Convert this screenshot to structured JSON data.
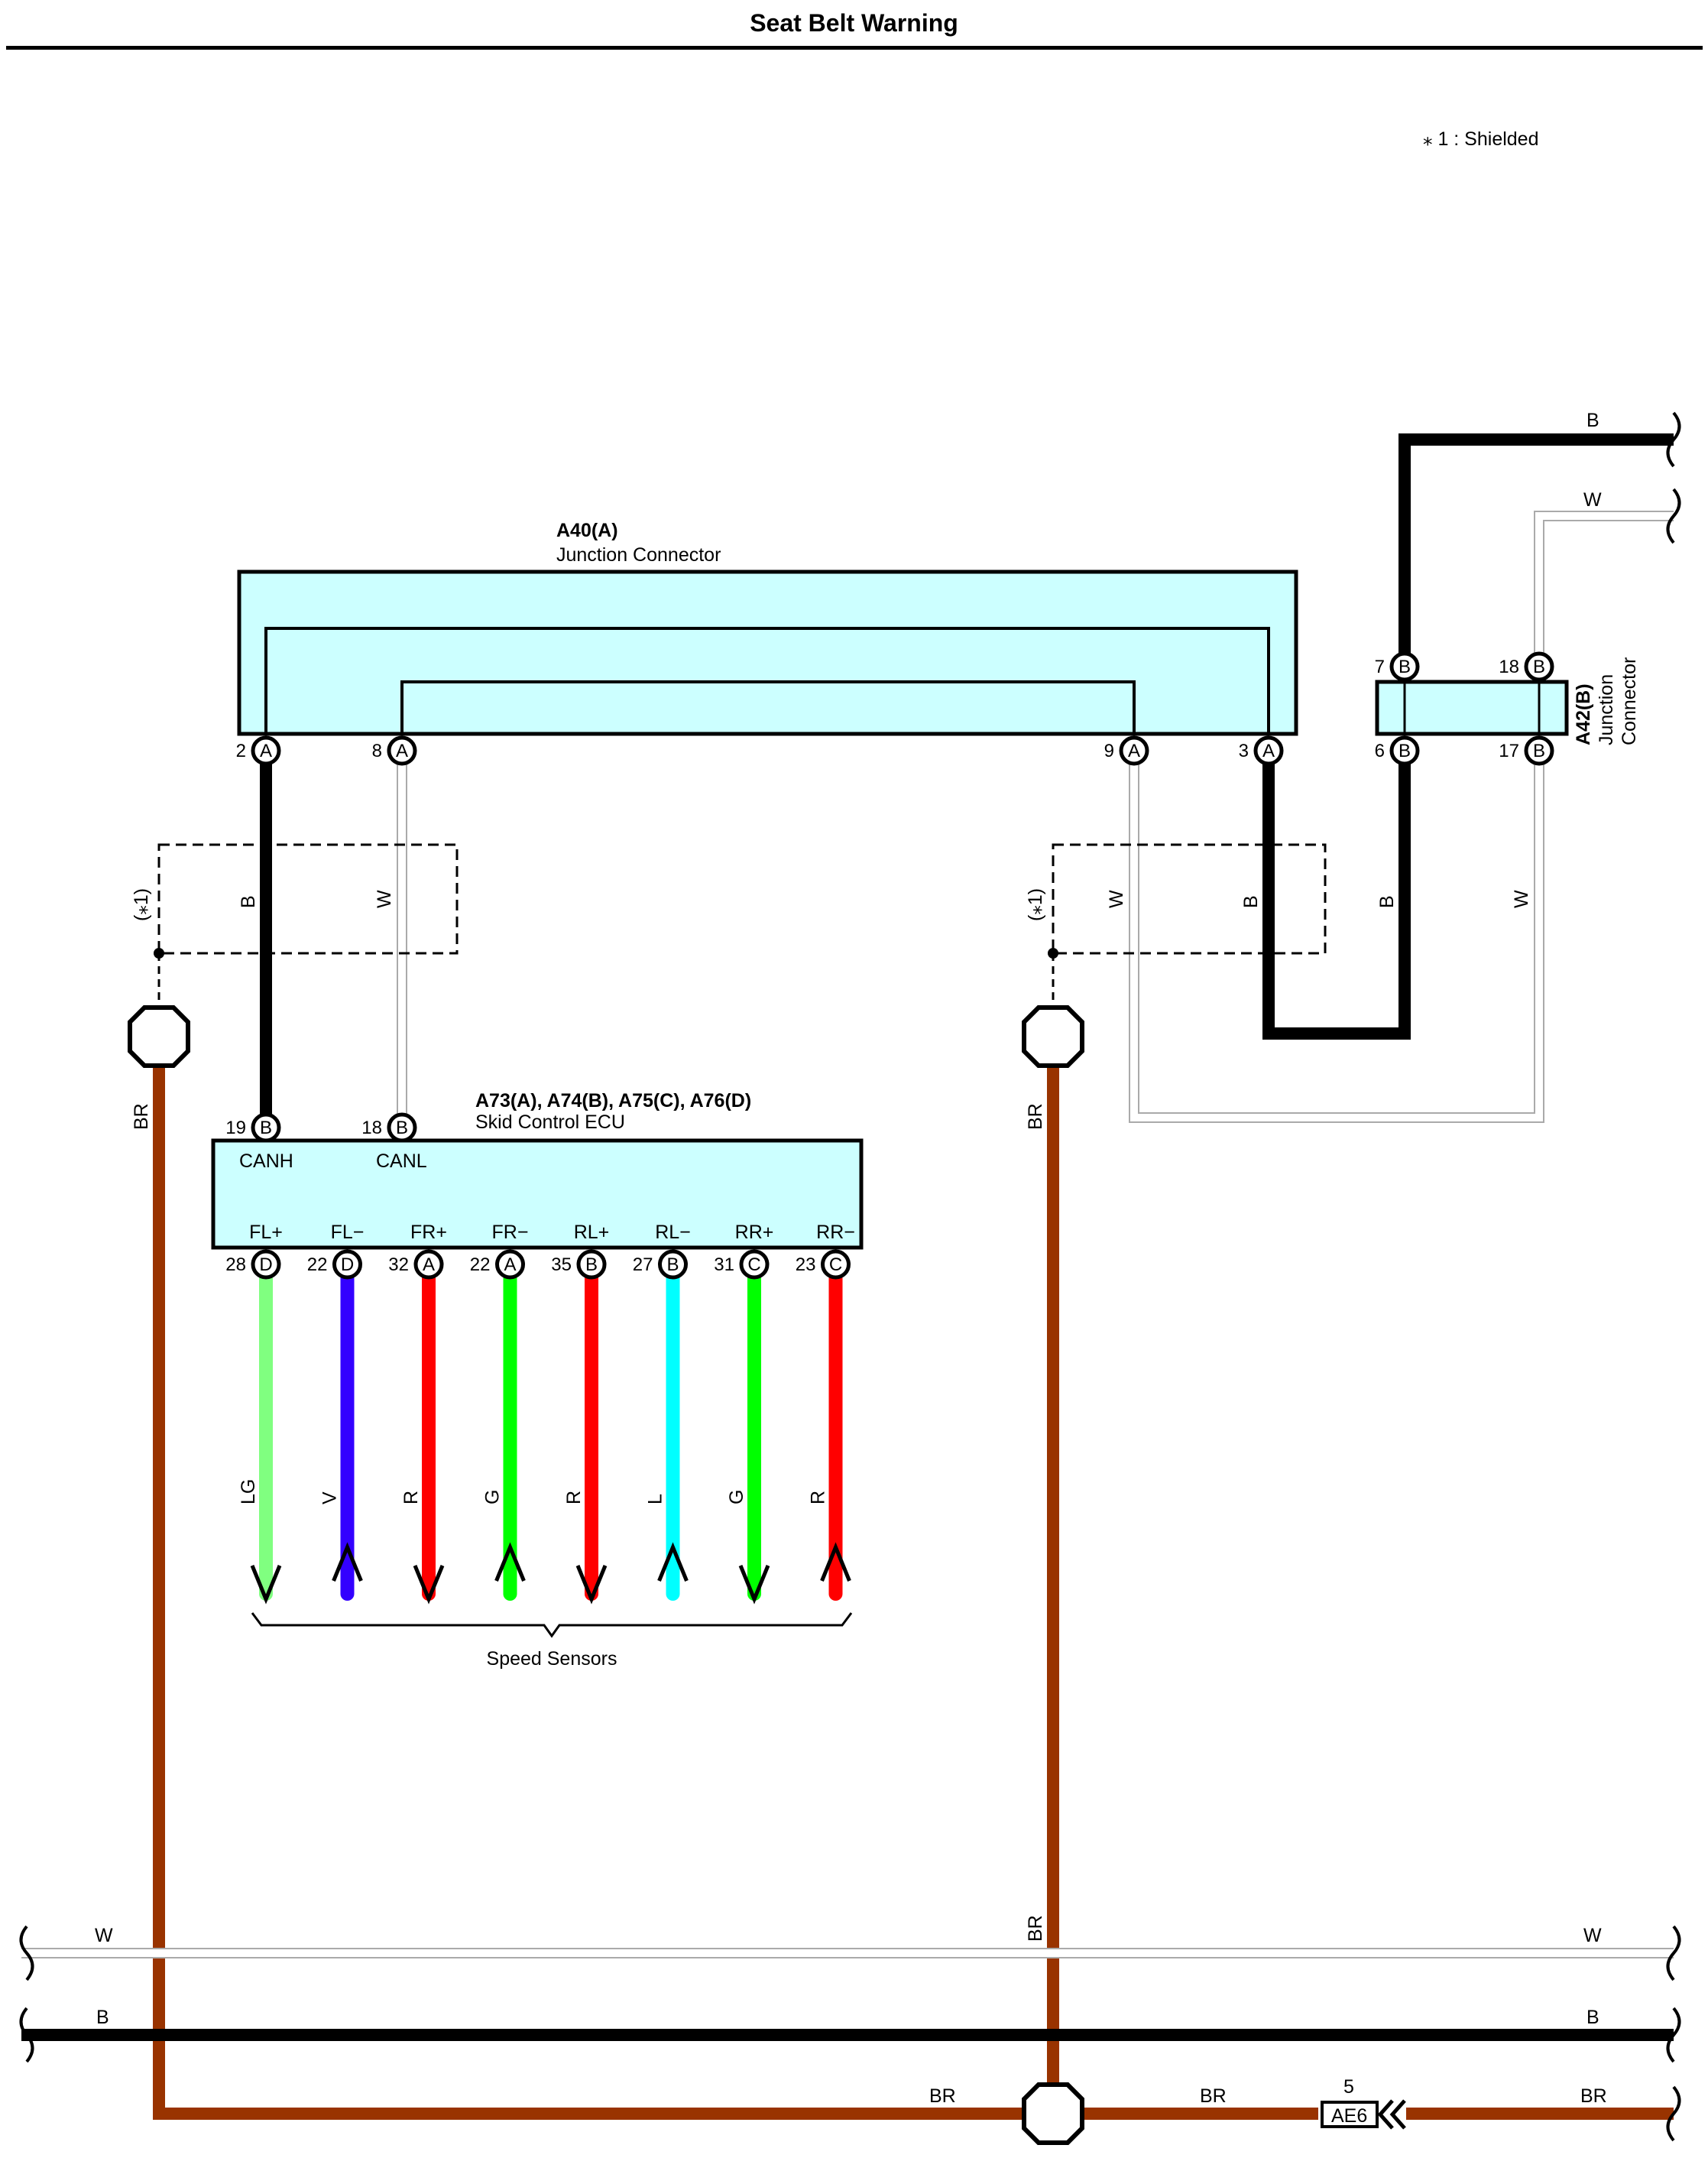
{
  "title": "Seat Belt Warning",
  "note": "⁎ 1 : Shielded",
  "shield_label": "(⁎1)",
  "colors": {
    "box_fill": "#ccffff",
    "B": "#000000",
    "W": "#aaaaaa",
    "BR": "#993300",
    "LG": "#80ff80",
    "V": "#3300ff",
    "R": "#ff0000",
    "G": "#00ff00",
    "L": "#00ffff"
  },
  "components": {
    "a40": {
      "id": "A40(A)",
      "name": "Junction Connector",
      "pins": [
        {
          "num": "2",
          "letter": "A"
        },
        {
          "num": "8",
          "letter": "A"
        },
        {
          "num": "9",
          "letter": "A"
        },
        {
          "num": "3",
          "letter": "A"
        }
      ]
    },
    "a42": {
      "id": "A42(B)",
      "name_line1": "Junction",
      "name_line2": "Connector",
      "pins": [
        {
          "num": "7",
          "letter": "B"
        },
        {
          "num": "18",
          "letter": "B"
        },
        {
          "num": "6",
          "letter": "B"
        },
        {
          "num": "17",
          "letter": "B"
        }
      ]
    },
    "ecu": {
      "id": "A73(A), A74(B), A75(C), A76(D)",
      "name": "Skid Control ECU",
      "can_pins": [
        {
          "num": "19",
          "letter": "B",
          "signal": "CANH"
        },
        {
          "num": "18",
          "letter": "B",
          "signal": "CANL"
        }
      ],
      "sensor_pins": [
        {
          "num": "28",
          "letter": "D",
          "signal": "FL+",
          "wire": "LG",
          "dir": "down"
        },
        {
          "num": "22",
          "letter": "D",
          "signal": "FL−",
          "wire": "V",
          "dir": "up"
        },
        {
          "num": "32",
          "letter": "A",
          "signal": "FR+",
          "wire": "R",
          "dir": "down"
        },
        {
          "num": "22",
          "letter": "A",
          "signal": "FR−",
          "wire": "G",
          "dir": "up"
        },
        {
          "num": "35",
          "letter": "B",
          "signal": "RL+",
          "wire": "R",
          "dir": "down"
        },
        {
          "num": "27",
          "letter": "B",
          "signal": "RL−",
          "wire": "L",
          "dir": "up"
        },
        {
          "num": "31",
          "letter": "C",
          "signal": "RR+",
          "wire": "G",
          "dir": "down"
        },
        {
          "num": "23",
          "letter": "C",
          "signal": "RR−",
          "wire": "R",
          "dir": "up"
        }
      ]
    }
  },
  "sensors_label": "Speed Sensors",
  "connector_ae6": {
    "pin": "5",
    "label": "AE6"
  },
  "wire_labels": {
    "B": "B",
    "W": "W",
    "BR": "BR"
  }
}
